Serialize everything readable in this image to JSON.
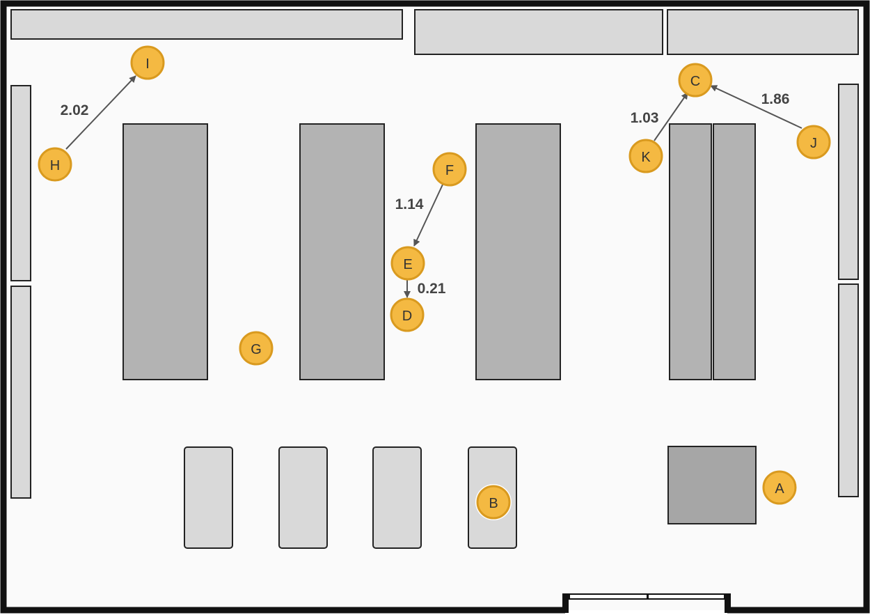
{
  "colors": {
    "wall": "#111111",
    "floor": "#fafafa",
    "light_fixture": "#d9d9d9",
    "dark_fixture": "#b3b3b3",
    "checkout": "#a6a6a6",
    "marker_fill": "#f4b942",
    "marker_stroke": "#d99a1f",
    "arrow": "#555555",
    "label_text": "#333333",
    "distance_text": "#444444"
  },
  "markers": [
    {
      "id": "A",
      "label": "A"
    },
    {
      "id": "B",
      "label": "B"
    },
    {
      "id": "C",
      "label": "C"
    },
    {
      "id": "D",
      "label": "D"
    },
    {
      "id": "E",
      "label": "E"
    },
    {
      "id": "F",
      "label": "F"
    },
    {
      "id": "G",
      "label": "G"
    },
    {
      "id": "H",
      "label": "H"
    },
    {
      "id": "I",
      "label": "I"
    },
    {
      "id": "J",
      "label": "J"
    },
    {
      "id": "K",
      "label": "K"
    }
  ],
  "connections": [
    {
      "from": "H",
      "to": "I",
      "distance": "2.02"
    },
    {
      "from": "K",
      "to": "C",
      "distance": "1.03"
    },
    {
      "from": "J",
      "to": "C",
      "distance": "1.86"
    },
    {
      "from": "F",
      "to": "E",
      "distance": "1.14"
    },
    {
      "from": "E",
      "to": "D",
      "distance": "0.21"
    }
  ]
}
